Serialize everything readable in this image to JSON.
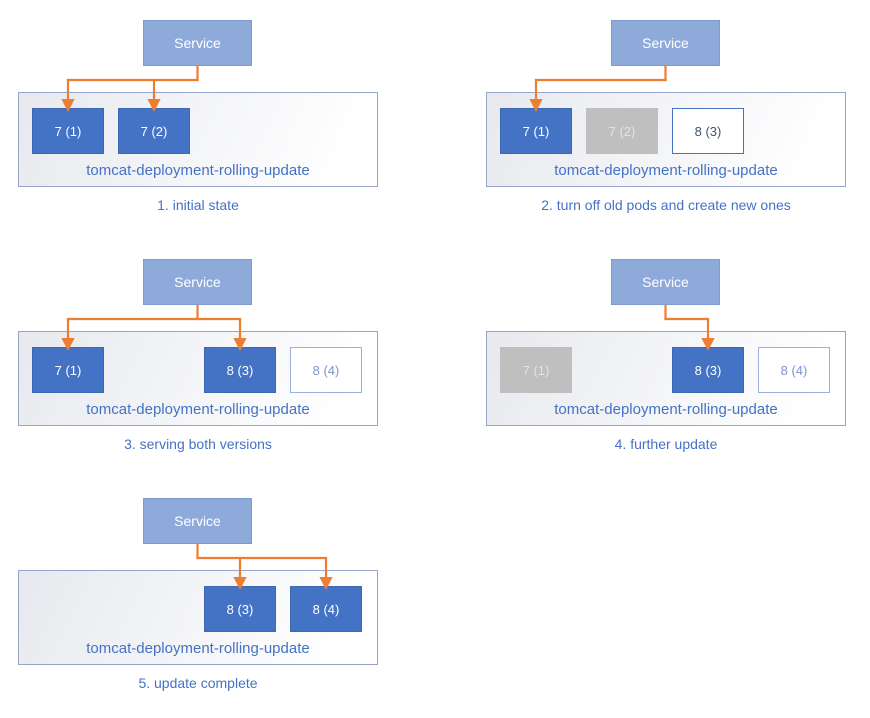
{
  "diagram": {
    "colors": {
      "service_fill": "#8EAADB",
      "service_border": "#7F9BCB",
      "service_text": "#FFFFFF",
      "pod_blue_fill": "#4472C4",
      "pod_blue_border": "#3E68B4",
      "pod_blue_text": "#FFFFFF",
      "pod_gray_fill": "#BFBFBF",
      "pod_gray_text": "#E3E3E3",
      "pod_outline_dark_border": "#4472C4",
      "pod_outline_dark_text": "#44546A",
      "pod_outline_light_border": "#9AB0DC",
      "pod_outline_light_text": "#7C96CB",
      "container_border": "#96A6C8",
      "container_fill_start": "#E7E9EE",
      "container_fill_end": "#FFFFFF",
      "label_text": "#4472C4",
      "caption_text": "#4472C4",
      "arrow": "#ED7D31"
    },
    "panels": [
      {
        "caption": "1. initial state",
        "service_label": "Service",
        "container_label": "tomcat-deployment-rolling-update",
        "pods": [
          {
            "label": "7 (1)",
            "variant": "blue",
            "slot": 1
          },
          {
            "label": "7 (2)",
            "variant": "blue",
            "slot": 2
          }
        ],
        "arrow_target_slots": [
          1,
          2
        ]
      },
      {
        "caption": "2. turn off old pods and create new ones",
        "service_label": "Service",
        "container_label": "tomcat-deployment-rolling-update",
        "pods": [
          {
            "label": "7 (1)",
            "variant": "blue",
            "slot": 1
          },
          {
            "label": "7 (2)",
            "variant": "gray",
            "slot": 2
          },
          {
            "label": "8 (3)",
            "variant": "outline-dark",
            "slot": 3
          }
        ],
        "arrow_target_slots": [
          1
        ]
      },
      {
        "caption": "3. serving both versions",
        "service_label": "Service",
        "container_label": "tomcat-deployment-rolling-update",
        "pods": [
          {
            "label": "7 (1)",
            "variant": "blue",
            "slot": 1
          },
          {
            "label": "8 (3)",
            "variant": "blue",
            "slot": 3
          },
          {
            "label": "8 (4)",
            "variant": "outline-light",
            "slot": 4
          }
        ],
        "arrow_target_slots": [
          1,
          3
        ]
      },
      {
        "caption": "4. further update",
        "service_label": "Service",
        "container_label": "tomcat-deployment-rolling-update",
        "pods": [
          {
            "label": "7 (1)",
            "variant": "gray",
            "slot": 1
          },
          {
            "label": "8 (3)",
            "variant": "blue",
            "slot": 3
          },
          {
            "label": "8 (4)",
            "variant": "outline-light",
            "slot": 4
          }
        ],
        "arrow_target_slots": [
          3
        ]
      },
      {
        "caption": "5. update complete",
        "service_label": "Service",
        "container_label": "tomcat-deployment-rolling-update",
        "pods": [
          {
            "label": "8 (3)",
            "variant": "blue",
            "slot": 3
          },
          {
            "label": "8 (4)",
            "variant": "blue",
            "slot": 4
          }
        ],
        "arrow_target_slots": [
          3,
          4
        ]
      }
    ]
  }
}
